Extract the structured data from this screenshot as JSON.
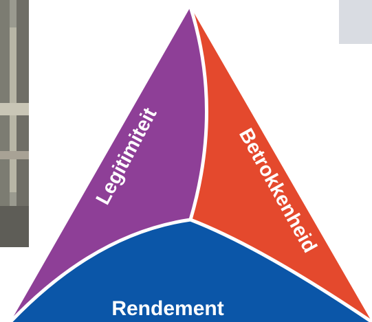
{
  "diagram": {
    "segments": [
      {
        "label": "Legitimiteit",
        "color": "#8e3f97"
      },
      {
        "label": "Betrokkenheid",
        "color": "#e4492d"
      },
      {
        "label": "Rendement",
        "color": "#0b56a8"
      }
    ],
    "divider_color": "#ffffff"
  }
}
